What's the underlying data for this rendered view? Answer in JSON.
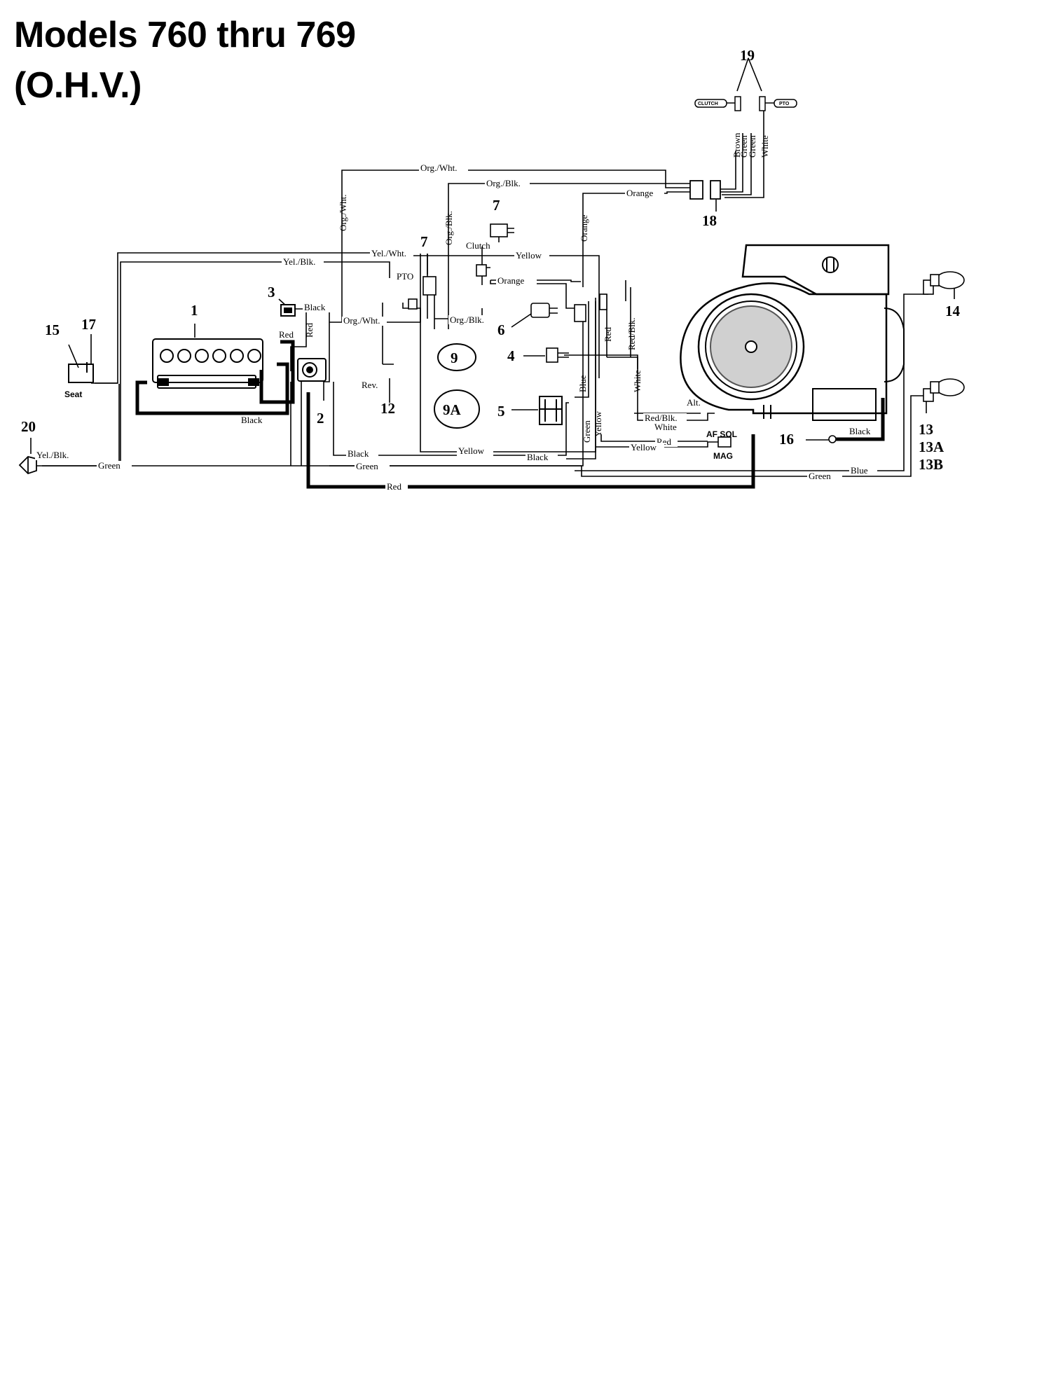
{
  "title_line1": "Models 760 thru 769",
  "title_line2": "(O.H.V.)",
  "callouts": {
    "c1": "1",
    "c2": "2",
    "c3": "3",
    "c4": "4",
    "c5": "5",
    "c6": "6",
    "c7a": "7",
    "c7b": "7",
    "c9": "9",
    "c9A": "9A",
    "c12": "12",
    "c13": "13",
    "c13A": "13A",
    "c13B": "13B",
    "c14": "14",
    "c15": "15",
    "c16": "16",
    "c17": "17",
    "c18": "18",
    "c19": "19",
    "c20": "20"
  },
  "wire_labels": {
    "org_wht_top": "Org./Wht.",
    "org_blk_top": "Org./Blk.",
    "orange_top": "Orange",
    "org_wht_vert": "Org./Wht.",
    "org_blk_vert": "Org./Blk.",
    "orange_vert": "Orange",
    "yel_wht": "Yel./Wht.",
    "yel_blk": "Yel./Blk.",
    "yellow_top": "Yellow",
    "clutch": "Clutch",
    "orange_mid": "Orange",
    "pto": "PTO",
    "black_3": "Black",
    "red_h": "Red",
    "red_v": "Red",
    "org_wht_mid": "Org./Wht.",
    "org_blk_mid": "Org./Blk.",
    "rev": "Rev.",
    "seat": "Seat",
    "black_batt": "Black",
    "red_right": "Red",
    "red_blk": "Red/Blk.",
    "white_v": "White",
    "blue_v": "Blue",
    "green_v": "Green",
    "yellow_v": "Yellow",
    "alt": "Alt.",
    "red_blk_alt": "Red/Blk.",
    "white_alt": "White",
    "af_sol": "AF SOL",
    "mag": "MAG",
    "red_bot": "Red",
    "yellow_bot": "Yellow",
    "black_bot": "Black",
    "black_bot2": "Black",
    "yellow_bot2": "Yellow",
    "green_bot": "Green",
    "green_bot2": "Green",
    "green_bot3": "Green",
    "yel_blk_20": "Yel./Blk.",
    "red_bottom": "Red",
    "blue_bot": "Blue",
    "black_16": "Black",
    "brown": "Brown",
    "green_19a": "Green",
    "green_19b": "Green",
    "white_19": "White",
    "clutch_tag": "CLUTCH",
    "pto_tag": "PTO"
  }
}
